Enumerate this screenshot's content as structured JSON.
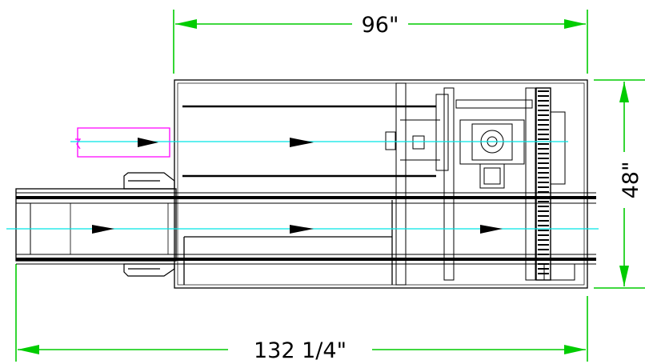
{
  "dimensions": {
    "top_width": "96\"",
    "right_height": "48\"",
    "bottom_length": "132 1/4\""
  },
  "colors": {
    "dimension_line": "#00cc00",
    "centerline": "#00e5e5",
    "infeed_outline": "#ff00ff",
    "linework": "#000000"
  }
}
